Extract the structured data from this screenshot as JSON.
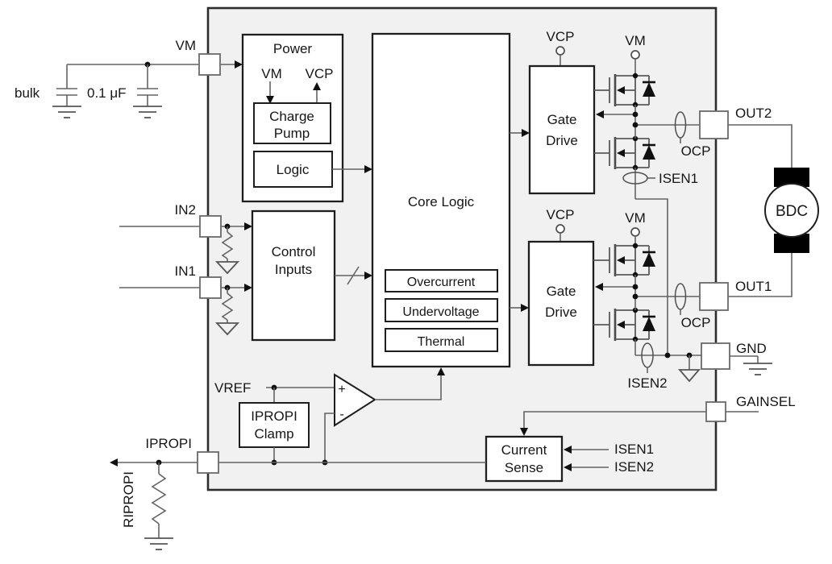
{
  "colors": {
    "chip_fill": "#f1f1f2",
    "block_border": "#1e1e1e",
    "wire": "#636363",
    "text": "#161616",
    "solid_black": "#101010"
  },
  "external": {
    "bulk_cap_label": "bulk",
    "bypass_cap_label": "0.1 μF",
    "motor_label": "BDC",
    "ripropi_resistor_label": "RIPROPI"
  },
  "pins": {
    "vm": "VM",
    "in2": "IN2",
    "in1": "IN1",
    "ipropi": "IPROPI",
    "out2": "OUT2",
    "out1": "OUT1",
    "gnd": "GND",
    "gainsel": "GAINSEL"
  },
  "power": {
    "title": "Power",
    "vm": "VM",
    "vcp": "VCP",
    "charge_pump": [
      "Charge",
      "Pump"
    ],
    "logic": "Logic"
  },
  "control_inputs": {
    "label": [
      "Control",
      "Inputs"
    ]
  },
  "core_logic": {
    "title": "Core Logic",
    "monitors": [
      "Overcurrent",
      "Undervoltage",
      "Thermal"
    ]
  },
  "bridge1": {
    "vcp": "VCP",
    "vm": "VM",
    "gate_drive": [
      "Gate",
      "Drive"
    ],
    "ocp": "OCP",
    "isen": "ISEN1"
  },
  "bridge2": {
    "vcp": "VCP",
    "vm": "VM",
    "gate_drive": [
      "Gate",
      "Drive"
    ],
    "ocp": "OCP",
    "isen": "ISEN2"
  },
  "current_sense": {
    "label": [
      "Current",
      "Sense"
    ],
    "isen1": "ISEN1",
    "isen2": "ISEN2"
  },
  "analog": {
    "vref": "VREF",
    "clamp": [
      "IPROPI",
      "Clamp"
    ],
    "comparator_plus": "+",
    "comparator_minus": "-"
  }
}
